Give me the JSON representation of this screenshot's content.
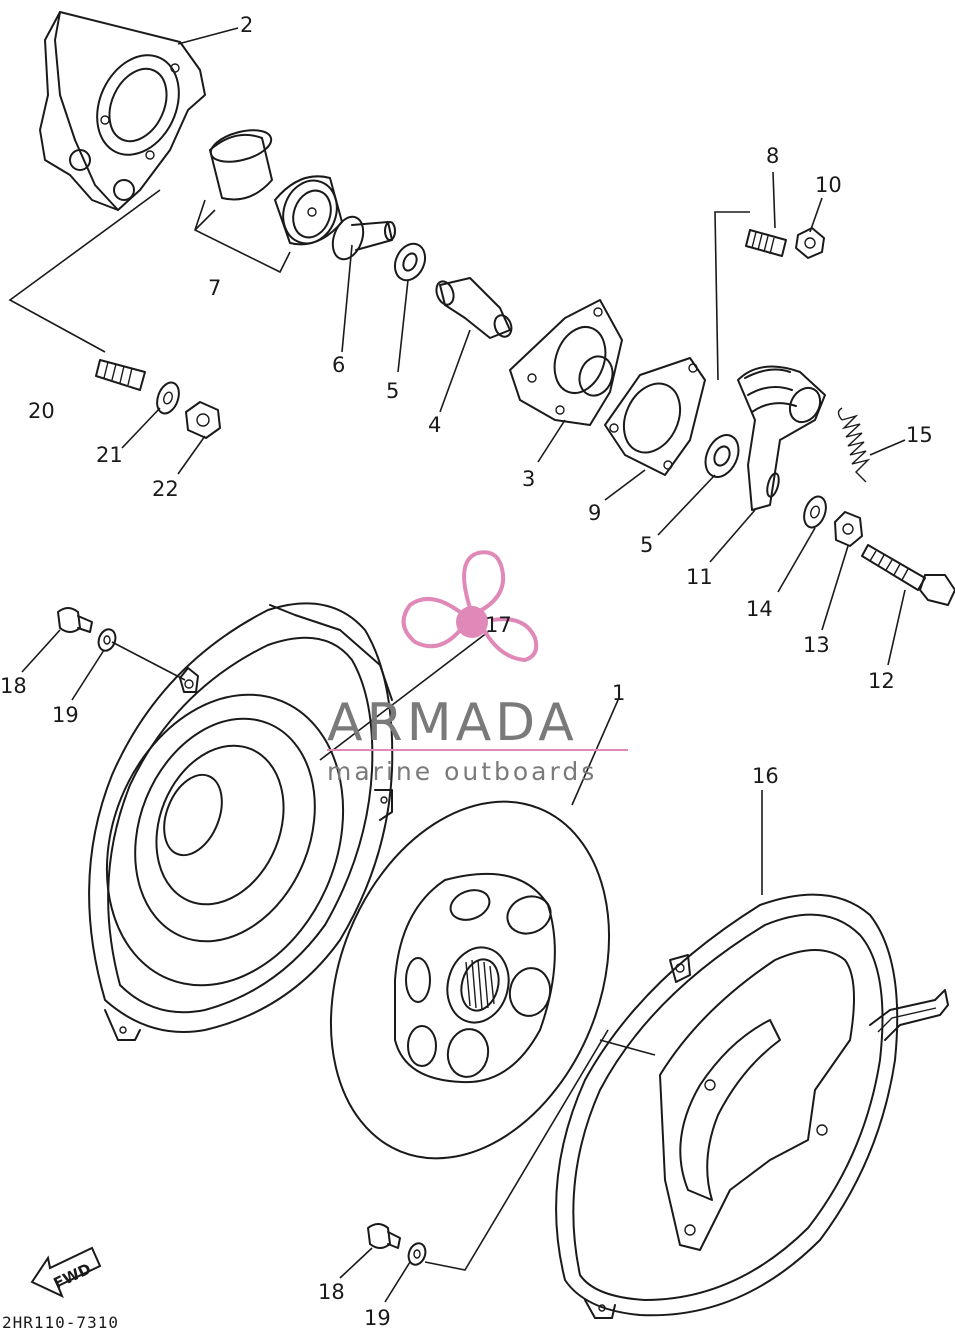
{
  "diagram": {
    "code": "2HR110-7310",
    "fwd_label": "FWD",
    "labels": [
      "1",
      "2",
      "3",
      "4",
      "5",
      "5",
      "6",
      "7",
      "8",
      "9",
      "10",
      "11",
      "12",
      "13",
      "14",
      "15",
      "16",
      "17",
      "18",
      "18",
      "19",
      "19",
      "20",
      "21",
      "22"
    ]
  },
  "watermark": {
    "brand": "ARMADA",
    "tagline": "marine outboards",
    "color": "#e089b8",
    "text_color": "#7a7a7a"
  }
}
